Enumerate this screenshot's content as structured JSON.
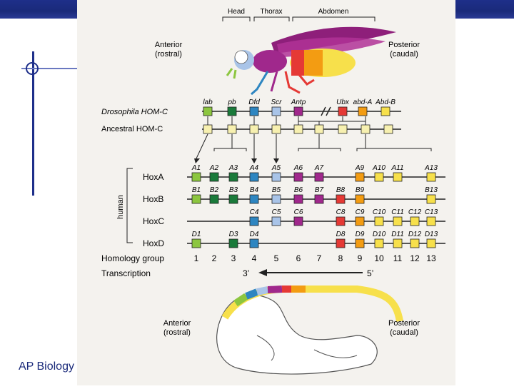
{
  "footer": {
    "text": "AP Biology"
  },
  "labels": {
    "head": "Head",
    "thorax": "Thorax",
    "abdomen": "Abdomen",
    "anterior_top_1": "Anterior",
    "anterior_top_2": "(rostral)",
    "posterior_top_1": "Posterior",
    "posterior_top_2": "(caudal)",
    "drosophila": "Drosophila HOM-C",
    "ancestral": "Ancestral HOM-C",
    "human": "human",
    "homology": "Homology group",
    "transcription": "Transcription",
    "three_prime": "3’",
    "five_prime": "5’",
    "anterior_bottom_1": "Anterior",
    "anterior_bottom_2": "(rostral)",
    "posterior_bottom_1": "Posterior",
    "posterior_bottom_2": "(caudal)"
  },
  "fly_genes": [
    "lab",
    "pb",
    "Dfd",
    "Scr",
    "Antp",
    "Ubx",
    "abd-A",
    "Abd-B"
  ],
  "hox_clusters": [
    {
      "name": "HoxA",
      "genes": [
        "A1",
        "A2",
        "A3",
        "A4",
        "A5",
        "A6",
        "A7",
        "A9",
        "A10",
        "A11",
        "A13"
      ]
    },
    {
      "name": "HoxB",
      "genes": [
        "B1",
        "B2",
        "B3",
        "B4",
        "B5",
        "B6",
        "B7",
        "B8",
        "B9",
        "B13"
      ]
    },
    {
      "name": "HoxC",
      "genes": [
        "C4",
        "C5",
        "C6",
        "C8",
        "C9",
        "C10",
        "C11",
        "C12",
        "C13"
      ]
    },
    {
      "name": "HoxD",
      "genes": [
        "D1",
        "D3",
        "D4",
        "D8",
        "D9",
        "D10",
        "D11",
        "D12",
        "D13"
      ]
    }
  ],
  "homology_numbers": [
    "1",
    "2",
    "3",
    "4",
    "5",
    "6",
    "7",
    "8",
    "9",
    "10",
    "11",
    "12",
    "13"
  ],
  "colors": {
    "lab": "#8cc63f",
    "pb": "#1a7a3a",
    "Dfd": "#2e86c1",
    "Scr": "#a9c4e8",
    "Antp": "#a0288c",
    "Ubx": "#e53935",
    "abdA": "#f39c12",
    "AbdB": "#f7e04b",
    "ancestral": "#f7f0b0",
    "band": "#1e2f8a",
    "footer_text": "#1a2a7a"
  }
}
